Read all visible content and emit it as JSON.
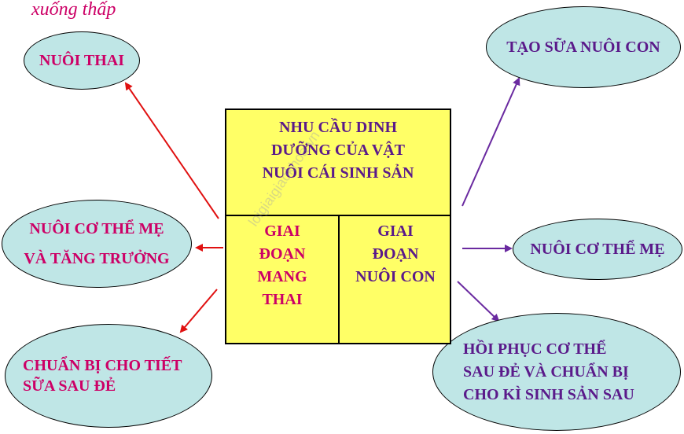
{
  "caption": "xuống thấp",
  "watermark": "loigiaigiaokhoa.vn",
  "center": {
    "title_lines": [
      "NHU CẦU DINH",
      "DƯỠNG CỦA VẬT",
      "NUÔI CÁI SINH SẢN"
    ],
    "left_cell_lines": [
      "GIAI",
      "ĐOẠN",
      "MANG",
      "THAI"
    ],
    "right_cell_lines": [
      "GIAI",
      "ĐOẠN",
      "NUÔI CON"
    ]
  },
  "left_nodes": {
    "top": [
      "NUÔI THAI"
    ],
    "middle": [
      "NUÔI CƠ THỂ MẸ",
      "VÀ TĂNG TRƯỞNG"
    ],
    "bottom": [
      "CHUẨN BỊ CHO TIẾT",
      "SỮA SAU ĐẺ"
    ]
  },
  "right_nodes": {
    "top": [
      "TẠO SỮA NUÔI CON"
    ],
    "middle": [
      "NUÔI CƠ THỂ MẸ"
    ],
    "bottom": [
      "HỒI PHỤC CƠ THỂ",
      "SAU ĐẺ VÀ CHUẨN BỊ",
      "CHO KÌ SINH SẢN SAU"
    ]
  },
  "colors": {
    "left_text": "#cc0066",
    "right_text": "#5a1a8a",
    "left_arrow": "#e01010",
    "right_arrow": "#6a2aa0",
    "ellipse_fill": "#bfe6e6",
    "box_fill": "#ffff66"
  }
}
